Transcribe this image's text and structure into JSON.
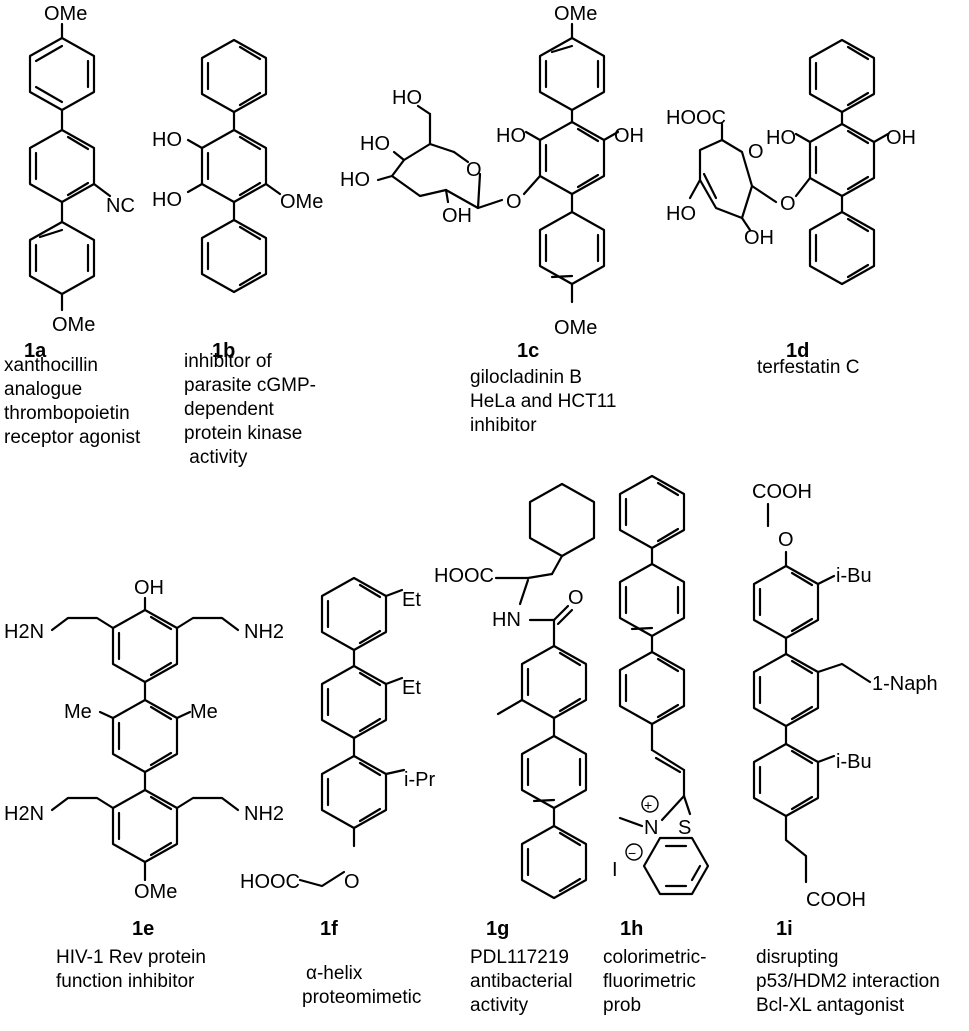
{
  "compounds": [
    {
      "id": "1a",
      "desc": [
        "xanthocillin",
        "analogue",
        "thrombopoietin",
        "receptor agonist"
      ]
    },
    {
      "id": "1b",
      "desc": [
        "inhibitor of",
        "parasite cGMP-",
        "dependent",
        "protein kinase",
        " activity"
      ]
    },
    {
      "id": "1c",
      "desc": [
        "gilocladinin B",
        "HeLa and HCT11",
        "inhibitor"
      ]
    },
    {
      "id": "1d",
      "desc": [
        "terfestatin C"
      ]
    },
    {
      "id": "1e",
      "desc": [
        "HIV-1 Rev protein",
        "function inhibitor"
      ]
    },
    {
      "id": "1f",
      "desc": [
        "α-helix",
        "proteomimetic"
      ]
    },
    {
      "id": "1g",
      "desc": [
        "PDL117219",
        "antibacterial",
        "activity"
      ]
    },
    {
      "id": "1h",
      "desc": [
        "colorimetric-",
        "fluorimetric",
        "prob"
      ]
    },
    {
      "id": "1i",
      "desc": [
        "disrupting",
        "p53/HDM2 interaction",
        "Bcl-XL antagonist"
      ]
    }
  ],
  "atom_labels": {
    "ome": "OMe",
    "nc": "NC",
    "ho": "HO",
    "oh": "OH",
    "o": "O",
    "hooc": "HOOC",
    "cooh": "COOH",
    "hn": "HN",
    "h2n": "H2N",
    "nh2": "NH2",
    "me": "Me",
    "et": "Et",
    "ipr": "i-Pr",
    "ibu": "i-Bu",
    "naph": "1-Naph",
    "s": "S",
    "n": "N",
    "iodide": "I",
    "plus": "+",
    "minus": "−"
  }
}
